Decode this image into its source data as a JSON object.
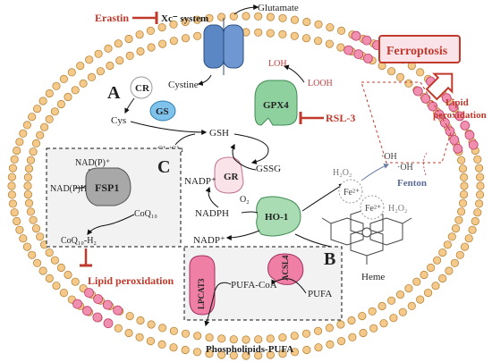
{
  "membrane": {
    "glutamate": "Glutamate",
    "cystine": "Cystine",
    "erastin": "Erastin",
    "xc_system": "Xc⁻ system"
  },
  "panel_a": {
    "letter": "A",
    "cr": "CR",
    "cys": "Cys",
    "gs": "GS",
    "gly_glu": "Gly|Glu",
    "gsh": "GSH",
    "gssg": "GSSG",
    "gpx4": "GPX4",
    "rsl3": "RSL-3",
    "loh": "LOH",
    "looh": "LOOH",
    "gr": "GR",
    "nadp_plus": "NADP⁺",
    "nadph": "NADPH",
    "o2": "O₂",
    "ho1": "HO-1",
    "nadp_plus_2": "NADP⁺",
    "heme": "Heme"
  },
  "ferroptosis": {
    "title": "Ferroptosis",
    "lipid_peroxidation": "Lipid peroxidation"
  },
  "fenton": {
    "label": "Fenton",
    "h2o2_top": "H₂O₂",
    "fe2_top": "Fe²⁺",
    "fe2_bottom": "Fe²⁺",
    "h2o2_bottom": "H₂O₂",
    "oh1": "·OH",
    "oh2": "·OH"
  },
  "panel_c": {
    "letter": "C",
    "nadp_plus": "NAD(P)⁺",
    "nadph": "NAD(P)H",
    "fsp1": "FSP1",
    "coq10": "CoQ₁₀",
    "coq10h2": "CoQ₁₀-H₂",
    "lipid_peroxidation": "Lipid peroxidation"
  },
  "panel_b": {
    "letter": "B",
    "lpcat3": "LPCAT3",
    "acsl4": "ACSL4",
    "pufa_coa": "PUFA-CoA",
    "pufa": "PUFA",
    "phospholipids": "Phospholipids-PUFA"
  },
  "colors": {
    "membrane_bead": "#f5c98a",
    "membrane_bead_stroke": "#b8873e",
    "red_bead": "#f08fb0",
    "red_bead_stroke": "#c0406e",
    "inhibitor": "#c0392b",
    "gpx4": "#8fd19e",
    "ho1": "#a9dcb3",
    "fsp1": "#a8a8a8",
    "gs": "#7fc3ec",
    "pink_enzyme": "#ef7fa4",
    "transporter": "#5b87c5"
  }
}
